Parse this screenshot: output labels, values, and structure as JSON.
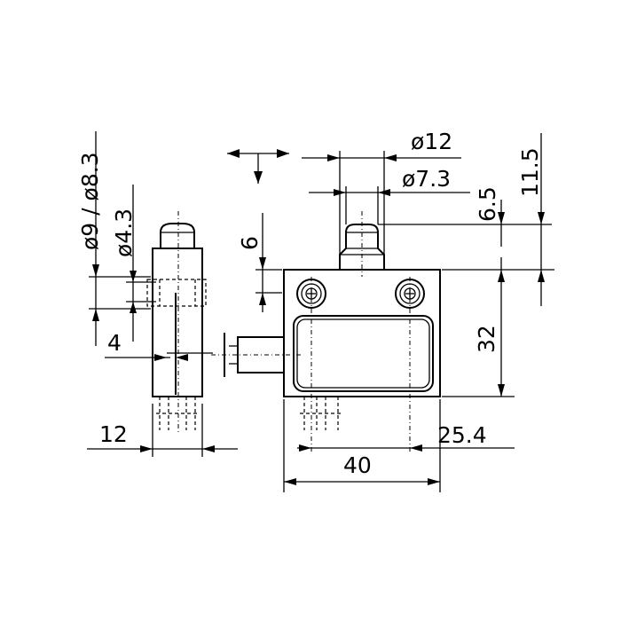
{
  "dimensions": {
    "side_head_diameter": "ø9 / ø8.3",
    "side_pin_diameter": "ø4.3",
    "side_offset": "4",
    "side_width": "12",
    "plunger_diameter": "ø12",
    "plunger_inner_diameter": "ø7.3",
    "plunger_height": "6",
    "plunger_travel": "6.5",
    "overall_extra_height": "11.5",
    "body_height": "32",
    "mounting_hole_spacing": "25.4",
    "body_width": "40"
  }
}
